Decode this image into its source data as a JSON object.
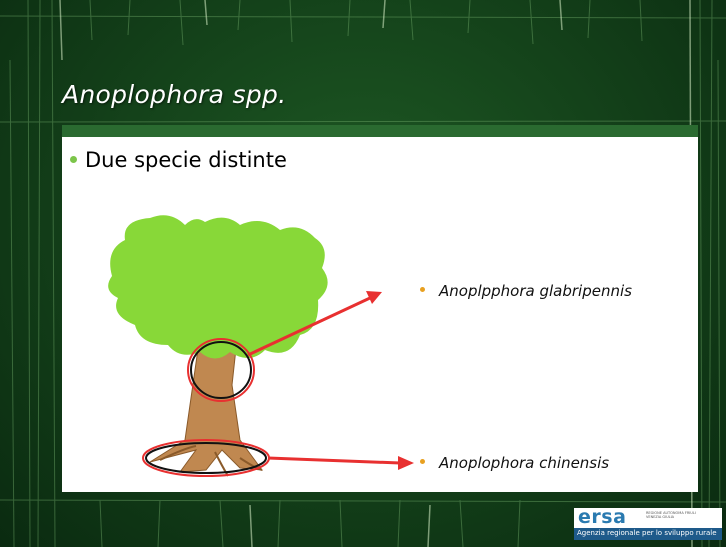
{
  "slide": {
    "title": "Anoplophora spp.",
    "bullet": "Due specie distinte",
    "species": [
      "Anoplpphora glabripennis",
      "Anoplophora chinensis"
    ]
  },
  "logo": {
    "word": "ersa",
    "side_text": "REGIONE AUTONOMA FRIULI VENEZIA GIULIA",
    "tagline": "Agenzia regionale per lo sviluppo rurale"
  },
  "colors": {
    "background": "#1e5a24",
    "panel": "#ffffff",
    "bullet_main": "#7cc54a",
    "bullet_species": "#e8a020",
    "tree_canopy": "#88d838",
    "tree_trunk": "#c08850",
    "arrow": "#e83030",
    "logo_blue": "#2a7ab0"
  },
  "icons": [
    "tree-illustration",
    "arrow-icon",
    "highlight-ellipse-icon"
  ]
}
